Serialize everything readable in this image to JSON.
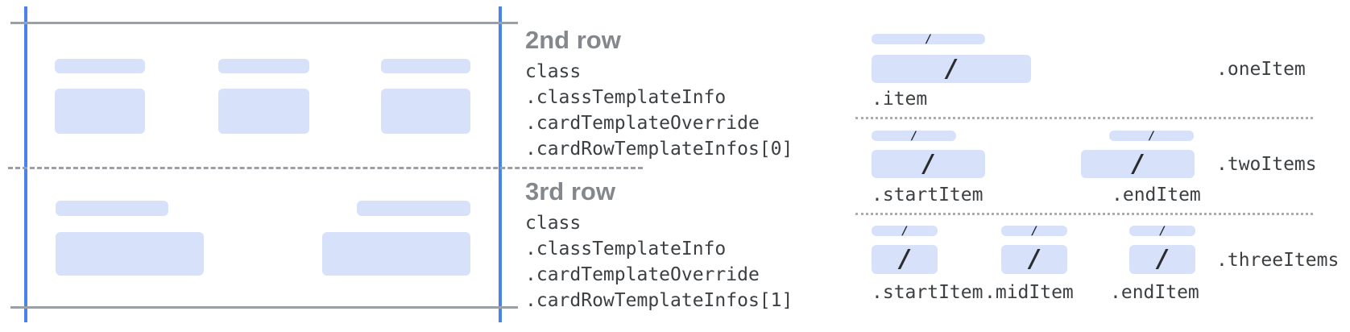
{
  "glyphs": {
    "slash": "/"
  },
  "rows_legend": [
    {
      "title": "2nd row",
      "lines": [
        "class",
        ".classTemplateInfo",
        ".cardTemplateOverride",
        ".cardRowTemplateInfos[0]"
      ]
    },
    {
      "title": "3rd row",
      "lines": [
        "class",
        ".classTemplateInfo",
        ".cardTemplateOverride",
        ".cardRowTemplateInfos[1]"
      ]
    }
  ],
  "templates": [
    {
      "name": ".oneItem",
      "items": [
        ".item"
      ]
    },
    {
      "name": ".twoItems",
      "items": [
        ".startItem",
        ".endItem"
      ]
    },
    {
      "name": ".threeItems",
      "items": [
        ".startItem",
        ".midItem",
        ".endItem"
      ]
    }
  ],
  "colors": {
    "bar_fill": "#d7e2fa",
    "guide_blue": "#4b83ee",
    "guide_gray": "#9aa0a6",
    "dotted_gray": "#aaadb0",
    "heading_gray": "#84888c",
    "text_dark": "#3c4043",
    "slash_dark": "#2a2c2e"
  }
}
